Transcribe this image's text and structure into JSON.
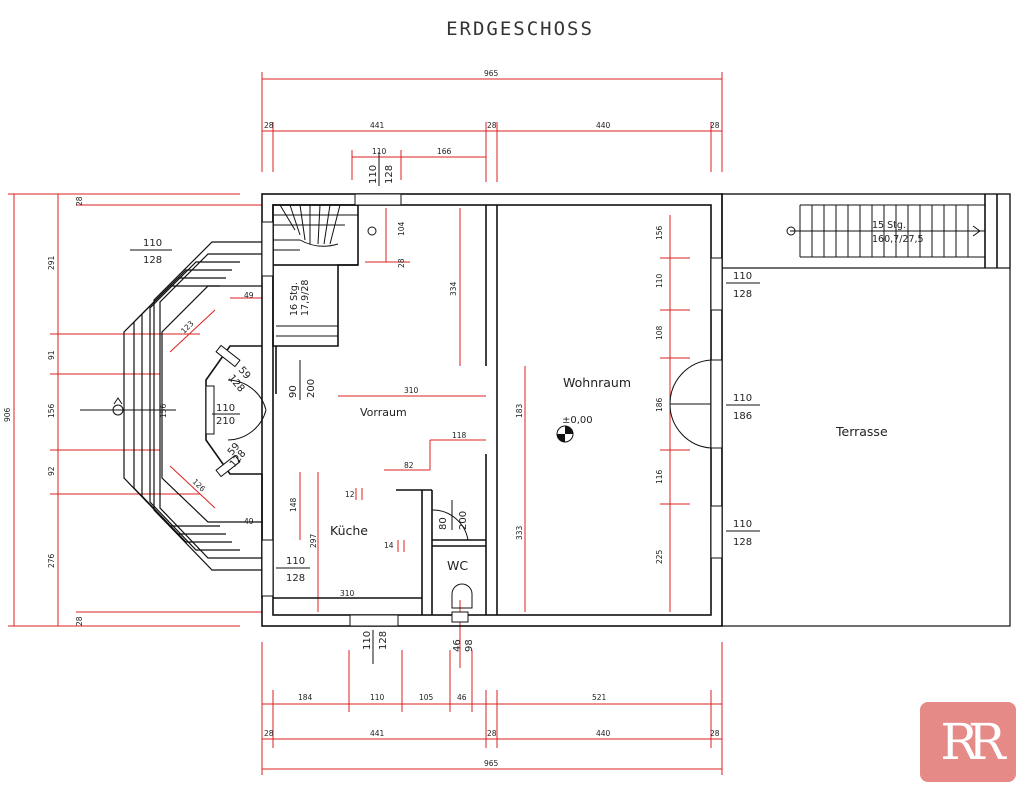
{
  "plan": {
    "title": "ERDGESCHOSS",
    "rooms": {
      "wohnraum": "Wohnraum",
      "terrasse": "Terrasse",
      "vorraum": "Vorraum",
      "kueche": "Küche",
      "wc": "WC",
      "level": "±0,00"
    },
    "stairs": {
      "inner_count": "16 Stg.",
      "inner_dims": "17,9/28",
      "outer_count": "15 Stg.",
      "outer_dims": "160,7/27,5"
    },
    "dims": {
      "total": "965",
      "wall": "28",
      "left_room": "441",
      "right_room": "440",
      "top_a": "110",
      "top_b": "166",
      "bottom_a": "184",
      "bottom_b": "110",
      "bottom_c": "105",
      "bottom_d": "46",
      "bottom_e": "521",
      "left_total": "906",
      "left_a": "291",
      "left_b": "91",
      "left_c": "156",
      "left_d": "92",
      "left_e": "276",
      "right_a": "156",
      "right_b": "110",
      "right_c": "108",
      "right_d": "186",
      "right_e": "116",
      "right_f": "225",
      "col_334": "334",
      "col_183": "183",
      "col_333": "333",
      "vor_310": "310",
      "kue_310": "310",
      "d118": "118",
      "d82": "82",
      "d148": "148",
      "d297": "297",
      "d12": "12",
      "d14": "14",
      "d104": "104",
      "d49": "49",
      "d123": "123",
      "d126": "126",
      "d59": "59",
      "d156b": "156",
      "d28": "28"
    },
    "openings": {
      "w110": "110",
      "w128": "128",
      "w186": "186",
      "w210": "210",
      "d90": "90",
      "d200": "200",
      "d80": "80",
      "d200b": "200",
      "d46": "46",
      "d98": "98",
      "t59": "59",
      "t128": "128"
    },
    "logo": "RR"
  }
}
